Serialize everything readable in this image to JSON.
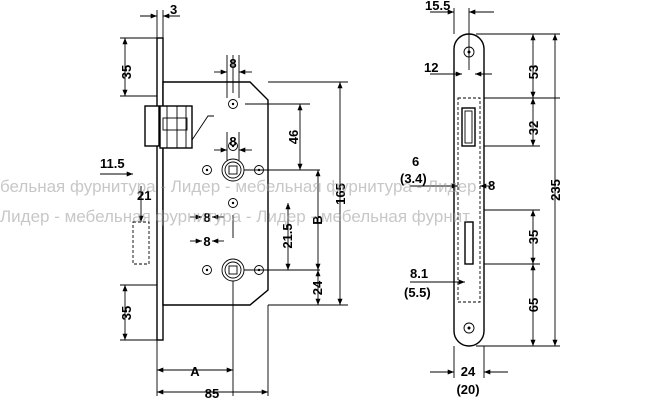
{
  "watermark": {
    "line1": "бельная фурнитура - Лидер - мебельная фурнитура - Лидер",
    "line2": "Лидер - мебельная фурнитура - Лидер - мебельная фурнит"
  },
  "left_view": {
    "dim_3": "3",
    "dim_35_top": "35",
    "dim_8_top": "8",
    "dim_8_mid": "8",
    "dim_46": "46",
    "dim_11_5": "11.5",
    "dim_21": "21",
    "dim_8_a": "8",
    "dim_8_b": "8",
    "dim_21_5": "21.5",
    "dim_B": "B",
    "dim_165": "165",
    "dim_24": "24",
    "dim_35_bottom": "35",
    "dim_A": "A",
    "dim_85": "85"
  },
  "right_view": {
    "dim_15_5": "15.5",
    "dim_12": "12",
    "dim_53": "53",
    "dim_32": "32",
    "dim_6": "6",
    "dim_3_4": "(3.4)",
    "dim_8": "8",
    "dim_235": "235",
    "dim_35": "35",
    "dim_8_1": "8.1",
    "dim_5_5": "(5.5)",
    "dim_65": "65",
    "dim_24": "24",
    "dim_20": "(20)"
  }
}
